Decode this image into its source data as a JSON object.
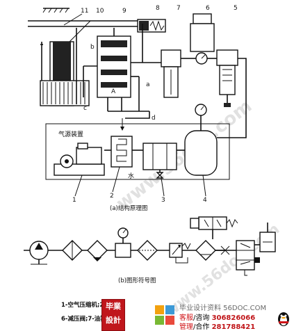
{
  "labels": {
    "n1": "1",
    "n2": "2",
    "n3": "3",
    "n4": "4",
    "n5": "5",
    "n6": "6",
    "n7": "7",
    "n8": "8",
    "n9": "9",
    "n10": "10",
    "n11": "11",
    "a": "a",
    "b": "b",
    "c": "c",
    "d": "d",
    "A": "A",
    "air_source": "气源装置",
    "water": "水"
  },
  "captions": {
    "a": "(a)结构原理图",
    "b": "(b)图形符号图"
  },
  "legend": {
    "line1": "1-空气压缩机;2-冷",
    "line2": "6-减压阀;7-油雾"
  },
  "badge": {
    "top": "毕業",
    "bottom": "設計"
  },
  "promo": {
    "site": "毕业设计资料 56DOC.COM",
    "role1": "客服",
    "sep1": "/咨询",
    "phone1": "306826066",
    "role2": "管理",
    "sep2": "/合作",
    "phone2": "281788421"
  },
  "watermark": "www.56doc.com",
  "colors": {
    "accent": "#c0161c",
    "line": "#111111",
    "watermark": "#c9c9c9"
  }
}
